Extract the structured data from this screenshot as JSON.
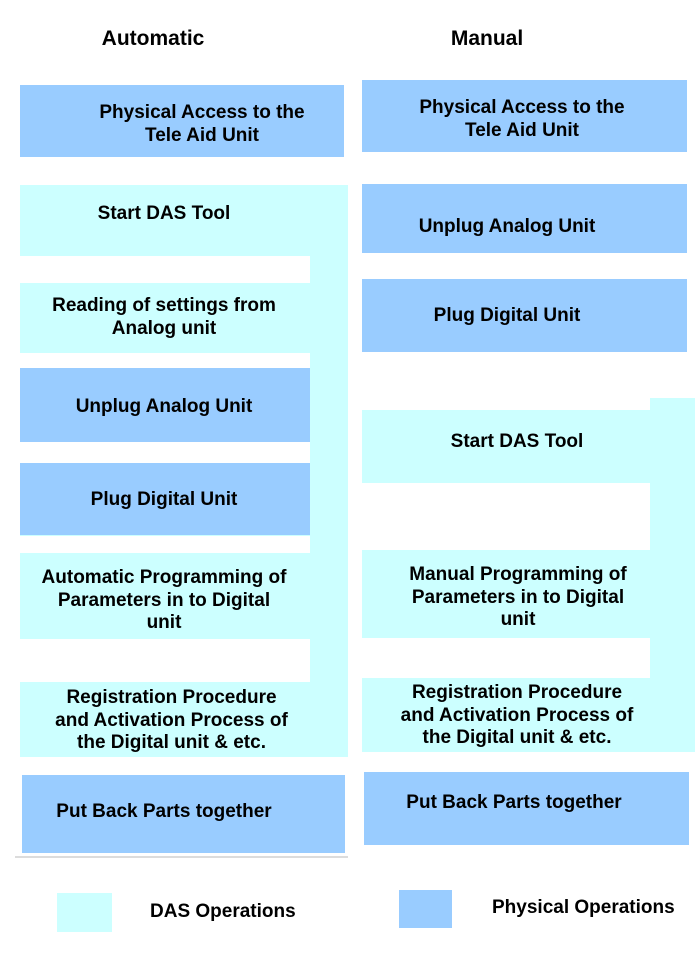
{
  "columns": {
    "automatic": {
      "title": "Automatic",
      "steps": [
        {
          "type": "physical",
          "lines": [
            "Physical Access to the",
            "Tele Aid Unit"
          ]
        },
        {
          "type": "das",
          "lines": [
            "Start DAS Tool"
          ]
        },
        {
          "type": "das",
          "lines": [
            "Reading of settings from",
            "Analog unit"
          ]
        },
        {
          "type": "physical",
          "lines": [
            "Unplug Analog Unit"
          ]
        },
        {
          "type": "physical",
          "lines": [
            "Plug Digital Unit"
          ]
        },
        {
          "type": "das",
          "lines": [
            "Automatic Programming of",
            "Parameters in to Digital",
            "unit"
          ]
        },
        {
          "type": "das",
          "lines": [
            "Registration Procedure",
            "and Activation Process of",
            "the Digital unit & etc."
          ]
        },
        {
          "type": "physical",
          "lines": [
            "Put Back Parts together"
          ]
        }
      ]
    },
    "manual": {
      "title": "Manual",
      "steps": [
        {
          "type": "physical",
          "lines": [
            "Physical Access to the",
            "Tele Aid Unit"
          ]
        },
        {
          "type": "physical",
          "lines": [
            "Unplug Analog Unit"
          ]
        },
        {
          "type": "physical",
          "lines": [
            "Plug Digital Unit"
          ]
        },
        {
          "type": "das",
          "lines": [
            "Start DAS Tool"
          ]
        },
        {
          "type": "das",
          "lines": [
            "Manual Programming of",
            "Parameters in to Digital",
            "unit"
          ]
        },
        {
          "type": "das",
          "lines": [
            "Registration Procedure",
            "and Activation Process of",
            "the Digital unit & etc."
          ]
        },
        {
          "type": "physical",
          "lines": [
            "Put Back Parts together"
          ]
        }
      ]
    }
  },
  "legend": {
    "das": {
      "label": "DAS Operations",
      "color": "#CCFFFF"
    },
    "physical": {
      "label": "Physical Operations",
      "color": "#99CCFF"
    }
  },
  "colors": {
    "das": "#CCFFFF",
    "physical": "#99CCFF",
    "text": "#000000",
    "background": "#FFFFFF"
  }
}
